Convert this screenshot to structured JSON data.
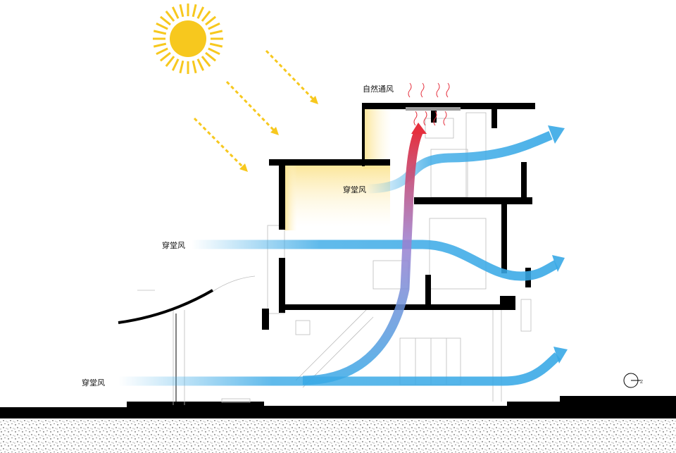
{
  "labels": {
    "natural_ventilation": "自然通风",
    "cross_ventilation_upper": "穿堂风",
    "cross_ventilation_middle": "穿堂风",
    "cross_ventilation_lower": "穿堂风",
    "compass_mark": "Z"
  },
  "colors": {
    "sun": "#f7c81e",
    "sun_rays": "#f7c81e",
    "airflow": "#39a9e6",
    "hot_air": "#e5303e",
    "heat_wave": "#e5303e",
    "walls": "#000000",
    "ground": "#d9d9d9",
    "sunlit_glow": "#fbe9a6"
  },
  "icons": [
    "sun-icon",
    "compass-icon"
  ]
}
